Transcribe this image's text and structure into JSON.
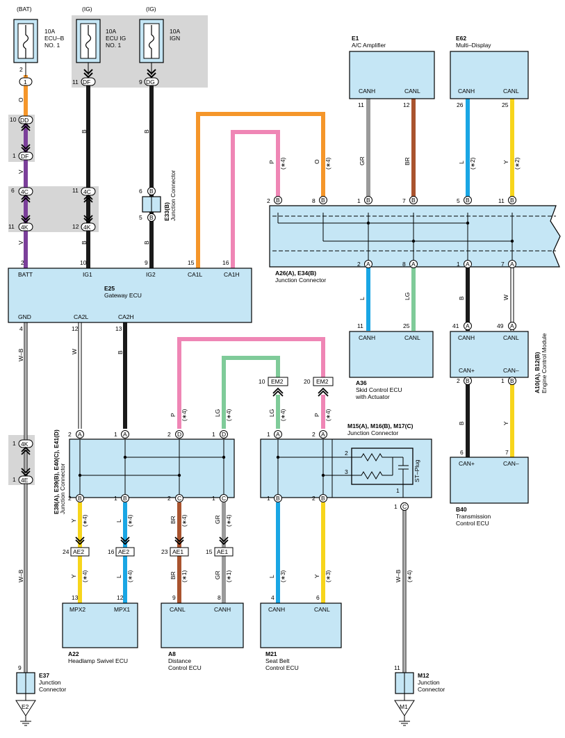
{
  "fuses": [
    {
      "source": "(BAT)",
      "name": "10A ECU–B NO. 1",
      "l1": "10A",
      "l2": "ECU–B",
      "l3": "NO. 1",
      "pin": "2",
      "term": "1"
    },
    {
      "source": "(IG)",
      "name": "10A ECU IG NO. 1",
      "l1": "10A",
      "l2": "ECU IG",
      "l3": "NO. 1",
      "pin": "11",
      "term": "DF"
    },
    {
      "source": "(IG)",
      "name": "10A IGN",
      "l1": "10A",
      "l2": "IGN",
      "l3": "",
      "pin": "9",
      "term": "DG"
    }
  ],
  "components": {
    "e25": {
      "id": "E25",
      "name": "Gateway ECU",
      "pins": {
        "batt": "BATT",
        "ig1": "IG1",
        "ig2": "IG2",
        "ca1l": "CA1L",
        "ca1h": "CA1H",
        "gnd": "GND",
        "ca2l": "CA2L",
        "ca2h": "CA2H"
      }
    },
    "e1": {
      "id": "E1",
      "name": "A/C Amplifier",
      "p1": "CANH",
      "p2": "CANL"
    },
    "e62": {
      "id": "E62",
      "name": "Multi–Display",
      "p1": "CANH",
      "p2": "CANL"
    },
    "a36": {
      "id": "A36",
      "name1": "Skid Control ECU",
      "name2": "with Actuator",
      "p1": "CANH",
      "p2": "CANL"
    },
    "ecm": {
      "id": "A10(A), B12(B)",
      "name": "Engine Control Module",
      "p1": "CANH",
      "p2": "CANL",
      "p3": "CAN+",
      "p4": "CAN–"
    },
    "b40": {
      "id": "B40",
      "name1": "Transmission",
      "name2": "Control ECU",
      "p1": "CAN+",
      "p2": "CAN–"
    },
    "a22": {
      "id": "A22",
      "name": "Headlamp Swivel ECU",
      "p1": "MPX2",
      "p2": "MPX1"
    },
    "a8": {
      "id": "A8",
      "name1": "Distance",
      "name2": "Control ECU",
      "p1": "CANL",
      "p2": "CANH"
    },
    "m21": {
      "id": "M21",
      "name1": "Seat Belt",
      "name2": "Control ECU",
      "p1": "CANH",
      "p2": "CANL"
    },
    "a26": {
      "id": "A26(A), E34(B)",
      "name": "Junction Connector"
    },
    "e38": {
      "id": "E38(A), E39(B), E40(C), E41(D)",
      "name": "Junction Connector"
    },
    "m15": {
      "id": "M15(A), M16(B), M17(C)",
      "name": "Junction Connector",
      "plug": "ST–Plug"
    },
    "e33": {
      "id": "E33(B)",
      "name": "Junction Connector"
    },
    "e37": {
      "id": "E37",
      "name1": "Junction",
      "name2": "Connector",
      "ground": "E2"
    },
    "m12": {
      "id": "M12",
      "name1": "Junction",
      "name2": "Connector",
      "ground": "M1"
    }
  },
  "wires": {
    "O": "O",
    "V": "V",
    "B": "B",
    "P": "P",
    "GR": "GR",
    "BR": "BR",
    "L": "L",
    "Y": "Y",
    "LG": "LG",
    "W": "W",
    "WB": "W–B"
  },
  "notes": {
    "n1": "(∗1)",
    "n2": "(∗2)",
    "n3": "(∗3)",
    "n4": "(∗4)"
  },
  "connectors": {
    "DD": "DD",
    "DF": "DF",
    "4C": "4C",
    "4K": "4K",
    "4E": "4E",
    "EM2": "EM2",
    "AE2": "AE2",
    "AE1": "AE1",
    "A": "A",
    "B": "B",
    "C": "C",
    "D": "D"
  },
  "pins": {
    "p1": "1",
    "p2": "2",
    "p4": "4",
    "p5": "5",
    "p6": "6",
    "p7": "7",
    "p8": "8",
    "p9": "9",
    "p10": "10",
    "p11": "11",
    "p12": "12",
    "p13": "13",
    "p15": "15",
    "p16": "16",
    "p20": "20",
    "p23": "23",
    "p24": "24",
    "p25": "25",
    "p26": "26",
    "p41": "41",
    "p49": "49",
    "p3": "3"
  },
  "colors": {
    "orange": "#f5962a",
    "purple": "#7b3f9a",
    "black": "#1a1a1a",
    "pink": "#ef86b5",
    "gray": "#9a9a9a",
    "brown": "#a9532e",
    "blue": "#1aa6e4",
    "yellow": "#f7d51c",
    "green": "#7fcb99",
    "white": "#ffffff",
    "box": "#c5e6f5",
    "shade": "#d6d6d6"
  }
}
